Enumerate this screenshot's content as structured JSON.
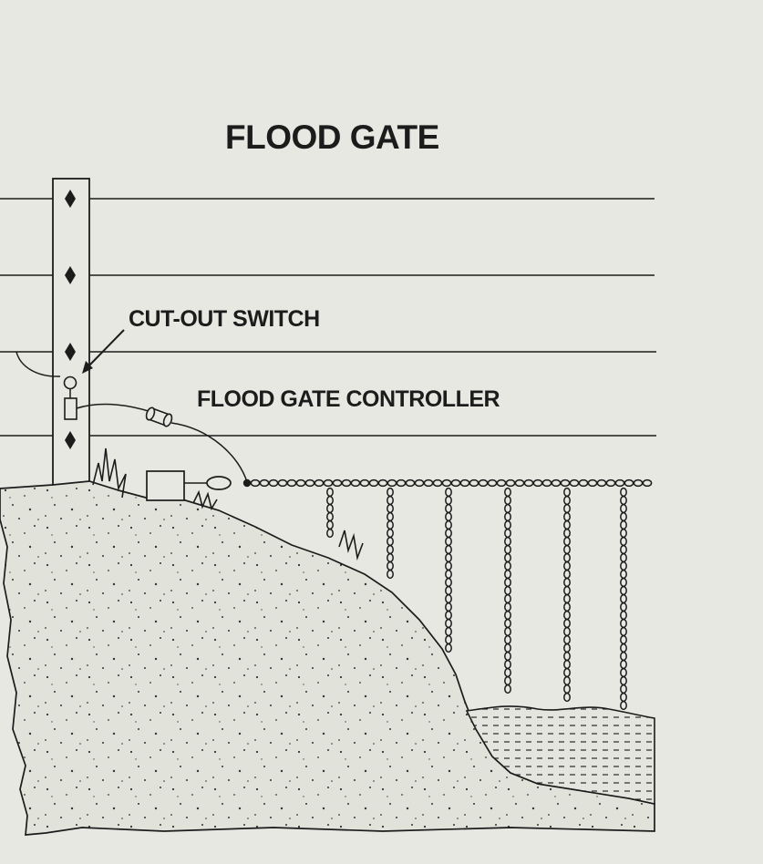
{
  "diagram": {
    "title": "FLOOD GATE",
    "labels": {
      "cut_out_switch": "CUT-OUT SWITCH",
      "flood_gate_controller": "FLOOD GATE CONTROLLER"
    },
    "fence_wire_count": 4,
    "hanging_chain_count": 6
  },
  "colors": {
    "paper": "#e7e8e1",
    "ink": "#1c1c1c",
    "ground": "#dfe0d8"
  }
}
